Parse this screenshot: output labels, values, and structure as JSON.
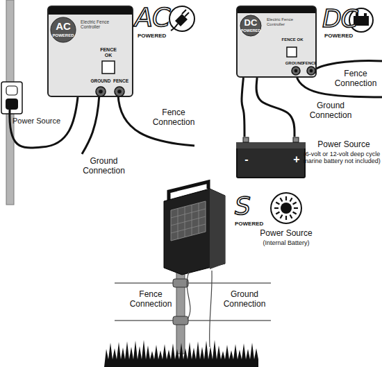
{
  "diagram": {
    "nodes": [
      {
        "text": [
          "AC",
          "POWERED",
          "Electric Fence Controller",
          "FENCE OK",
          "GROUND",
          "FENCE"
        ]
      },
      {
        "text": [
          "DC",
          "POWERED",
          "Electric Fence Controller",
          "FENCE OK",
          "GROUND",
          "FENCE"
        ]
      },
      {
        "text": [
          "-",
          "+"
        ]
      }
    ],
    "edges": [
      {
        "from": 1,
        "to": 2,
        "arrow": "none"
      },
      {
        "from": 1,
        "to": 2,
        "arrow": "none"
      }
    ],
    "labels": [
      "AC",
      "POWERED",
      "Power Source",
      "Ground Connection",
      "Fence Connection",
      "DC",
      "POWERED",
      "Fence Connection",
      "Ground Connection",
      "Power Source",
      "(6-volt or 12-volt deep cycle marine battery not included)",
      "S",
      "POWERED",
      "Power Source",
      "(Internal Battery)",
      "Fence Connection",
      "Ground Connection"
    ]
  }
}
